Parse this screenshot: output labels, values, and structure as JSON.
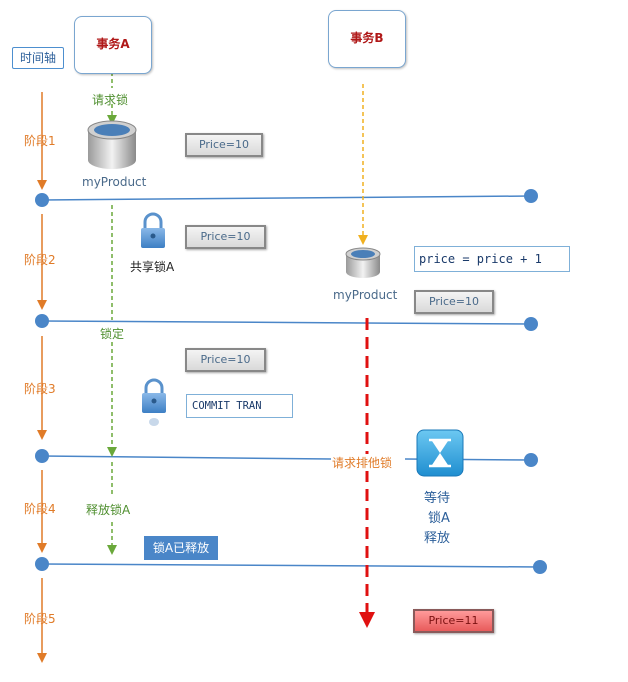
{
  "transactions": {
    "a": {
      "title": "事务A"
    },
    "b": {
      "title": "事务B"
    }
  },
  "timeline": {
    "label": "时间轴"
  },
  "stages": [
    "阶段1",
    "阶段2",
    "阶段3",
    "阶段4",
    "阶段5"
  ],
  "annotations": {
    "request_lock": "请求锁",
    "db_name_1": "myProduct",
    "shared_lock": "共享锁A",
    "db_name_2": "myProduct",
    "locked": "锁定",
    "request_exclusive": "请求排他锁",
    "release_lock": "释放锁A",
    "lock_released": "锁A已释放",
    "wait_line1": "等待",
    "wait_line2": "锁A",
    "wait_line3": "释放"
  },
  "prices": {
    "p1": "Price=10",
    "p2": "Price=10",
    "p3": "Price=10",
    "p4": "Price=10",
    "p5": "Price=11"
  },
  "code": {
    "update": "price = price + 1",
    "commit": "COMMIT TRAN"
  },
  "colors": {
    "axis": "#e07b28",
    "stage_line": "#4a86c8",
    "tx_a_flow": "#6aa83a",
    "tx_b_flow": "#f0b020",
    "tx_b_wait": "#e01010",
    "title_red": "#b01818"
  }
}
